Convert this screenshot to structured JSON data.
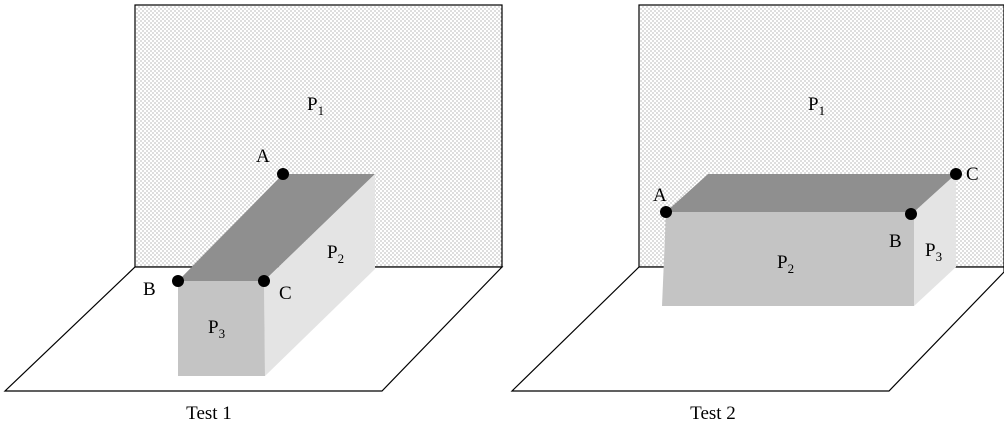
{
  "colors": {
    "wall_fill": "#ffffff",
    "wall_dots": "#8c8c8c",
    "box_top": "#8f8f8f",
    "box_front": "#c4c4c4",
    "box_side": "#e4e4e4",
    "stroke": "#000000"
  },
  "panels": [
    {
      "caption": "Test 1",
      "wall_label": {
        "main": "P",
        "sub": "1"
      },
      "box_faces": [
        {
          "name": "side",
          "label": {
            "main": "P",
            "sub": "2"
          }
        },
        {
          "name": "front",
          "label": {
            "main": "P",
            "sub": "3"
          }
        }
      ],
      "points": [
        "A",
        "B",
        "C"
      ]
    },
    {
      "caption": "Test 2",
      "wall_label": {
        "main": "P",
        "sub": "1"
      },
      "box_faces": [
        {
          "name": "front",
          "label": {
            "main": "P",
            "sub": "2"
          }
        },
        {
          "name": "side",
          "label": {
            "main": "P",
            "sub": "3"
          }
        }
      ],
      "points": [
        "A",
        "B",
        "C"
      ]
    }
  ]
}
